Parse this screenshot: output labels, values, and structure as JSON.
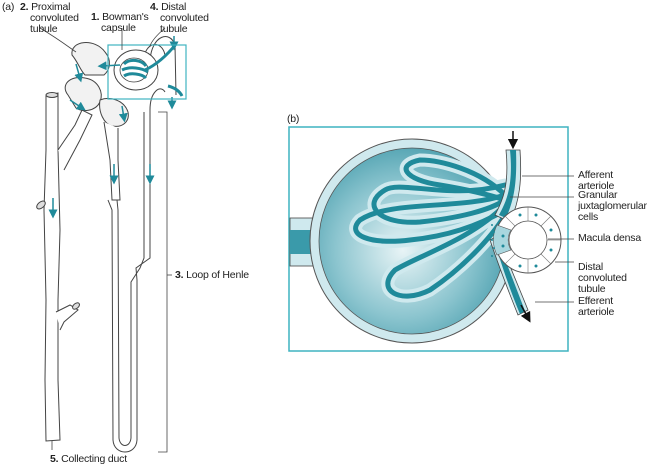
{
  "figure": {
    "panel_a": {
      "panel_label": "(a)",
      "labels": {
        "pct": {
          "num": "2.",
          "text_line1": "Proximal",
          "text_line2": "convoluted",
          "text_line3": "tubule"
        },
        "bowman": {
          "num": "1.",
          "text_line1": "Bowman's",
          "text_line2": "capsule"
        },
        "dct": {
          "num": "4.",
          "text_line1": "Distal",
          "text_line2": "convoluted",
          "text_line3": "tubule"
        },
        "henle": {
          "num": "3.",
          "text": "Loop of Henle"
        },
        "collecting": {
          "num": "5.",
          "text": "Collecting duct"
        }
      }
    },
    "panel_b": {
      "panel_label": "(b)",
      "labels": {
        "afferent": "Afferent arteriole",
        "granular_line1": "Granular",
        "granular_line2": "juxtaglomerular",
        "granular_line3": "cells",
        "macula": "Macula densa",
        "dct_line1": "Distal convoluted",
        "dct_line2": "tubule",
        "efferent": "Efferent arteriole"
      }
    },
    "colors": {
      "accent": "#1f8a9a",
      "accent_dark": "#0f6f80",
      "box_border": "#3fb3c0",
      "fill_light": "#cfe9ee",
      "outline": "#444444"
    }
  }
}
